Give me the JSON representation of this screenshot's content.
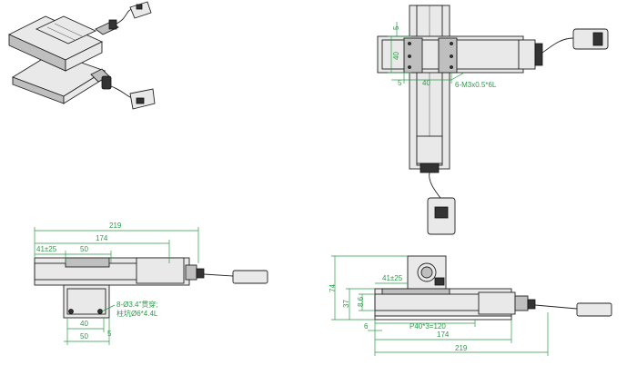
{
  "labels": {
    "overall_len": "219",
    "travel_len": "174",
    "offset_tol": "41±25",
    "carriage_width": "50",
    "hole_spacing": "40",
    "edge_offset": "5",
    "holes_callout_1": "8-Ø3.4\"贯穿;",
    "holes_callout_2": "柱坑Ø6*4.4L",
    "top_edge": "5",
    "top_pitch_v": "40",
    "top_edge_h": "5",
    "top_pitch_h": "40",
    "thread_callout": "6-M3x0.5*6L",
    "height_total": "74",
    "height_mid": "37",
    "height_small": "8.6",
    "side_offset": "6",
    "side_pitch": "P40*3=120",
    "side_travel": "174",
    "side_overall": "219",
    "side_tol": "41±25"
  },
  "colors": {
    "dimension": "#2e9a4a",
    "line": "#222222"
  }
}
